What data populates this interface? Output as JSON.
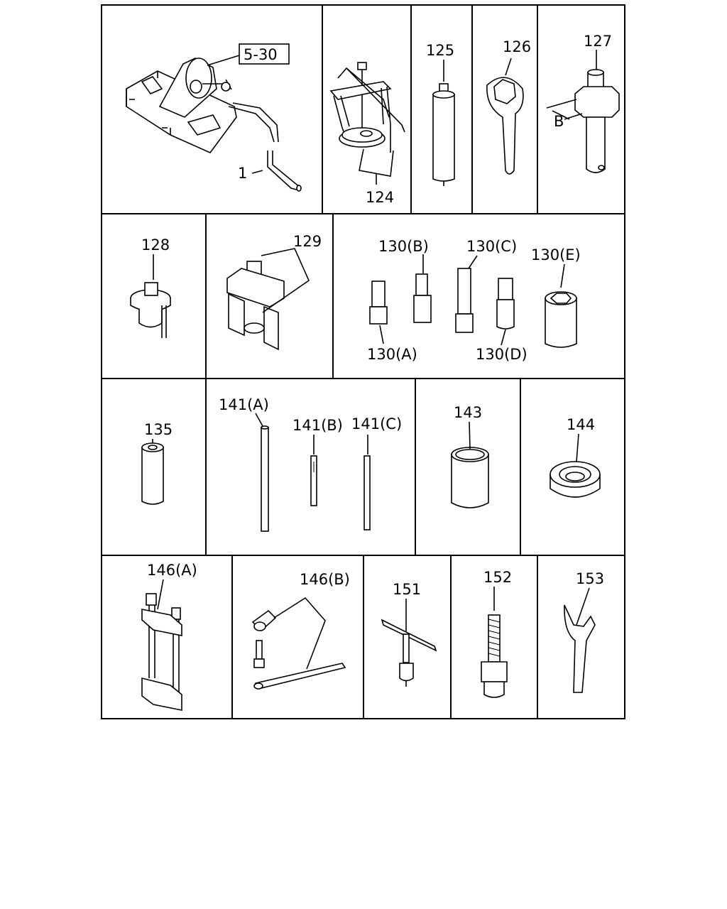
{
  "cells": [
    {
      "id": "cell-1",
      "callouts": [
        "5-30",
        "1"
      ]
    },
    {
      "id": "cell-124",
      "callouts": [
        "124"
      ]
    },
    {
      "id": "cell-125",
      "callouts": [
        "125"
      ]
    },
    {
      "id": "cell-126",
      "callouts": [
        "126"
      ]
    },
    {
      "id": "cell-127",
      "callouts": [
        "127",
        "B"
      ]
    },
    {
      "id": "cell-128",
      "callouts": [
        "128"
      ]
    },
    {
      "id": "cell-129",
      "callouts": [
        "129"
      ]
    },
    {
      "id": "cell-130",
      "callouts": [
        "130(B)",
        "130(C)",
        "130(E)",
        "130(A)",
        "130(D)"
      ]
    },
    {
      "id": "cell-135",
      "callouts": [
        "135"
      ]
    },
    {
      "id": "cell-141",
      "callouts": [
        "141(A)",
        "141(B)",
        "141(C)"
      ]
    },
    {
      "id": "cell-143",
      "callouts": [
        "143"
      ]
    },
    {
      "id": "cell-144",
      "callouts": [
        "144"
      ]
    },
    {
      "id": "cell-146a",
      "callouts": [
        "146(A)"
      ]
    },
    {
      "id": "cell-146b",
      "callouts": [
        "146(B)"
      ]
    },
    {
      "id": "cell-151",
      "callouts": [
        "151"
      ]
    },
    {
      "id": "cell-152",
      "callouts": [
        "152"
      ]
    },
    {
      "id": "cell-153",
      "callouts": [
        "153"
      ]
    }
  ]
}
